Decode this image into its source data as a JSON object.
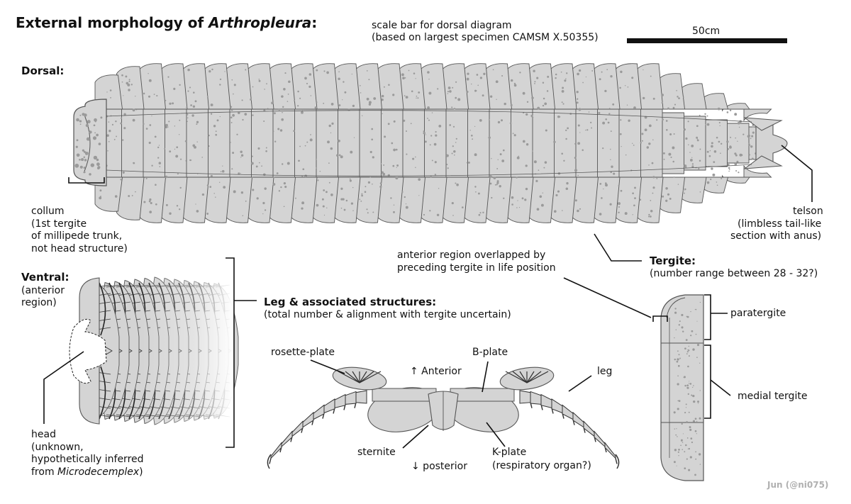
{
  "title": {
    "prefix": "External morphology of ",
    "genus": "Arthropleura",
    "suffix": ":"
  },
  "scale_bar": {
    "caption_line1": "scale bar for dorsal diagram",
    "caption_line2": "(based on largest specimen CAMSM X.50355)",
    "length_label": "50cm"
  },
  "dorsal": {
    "heading": "Dorsal:"
  },
  "collum": {
    "line1": "collum",
    "line2": "(1st tergite",
    "line3": "of millipede trunk,",
    "line4": "not head structure)"
  },
  "telson": {
    "line1": "telson",
    "line2": "(limbless tail-like",
    "line3": "section with anus)"
  },
  "tergite": {
    "heading": "Tergite:",
    "note": "(number range between 28 - 32?)"
  },
  "overlap": {
    "line1": "anterior region overlapped by",
    "line2": "preceding tergite in life position"
  },
  "ventral": {
    "heading": "Ventral:",
    "line1": "(anterior",
    "line2": "region)"
  },
  "head": {
    "line1": "head",
    "line2": "(unknown,",
    "line3": "hypothetically inferred",
    "line4_prefix": "from ",
    "line4_genus": "Microdecemplex",
    "line4_suffix": ")"
  },
  "legs": {
    "heading": "Leg & associated structures:",
    "note": "(total number & alignment with tergite uncertain)"
  },
  "leg_parts": {
    "rosette": "rosette-plate",
    "bplate": "B-plate",
    "anterior": "↑ Anterior",
    "leg": "leg",
    "sternite": "sternite",
    "posterior": "↓ posterior",
    "kplate1": "K-plate",
    "kplate2": "(respiratory organ?)"
  },
  "tergite_parts": {
    "paratergite": "paratergite",
    "medial": "medial tergite"
  },
  "credit": "Jun (@ni075)",
  "colors": {
    "body_fill": "#d4d4d4",
    "outline": "#555555",
    "line": "#111111",
    "speckle": "#9a9a9a",
    "credit": "#b0b0b0"
  }
}
